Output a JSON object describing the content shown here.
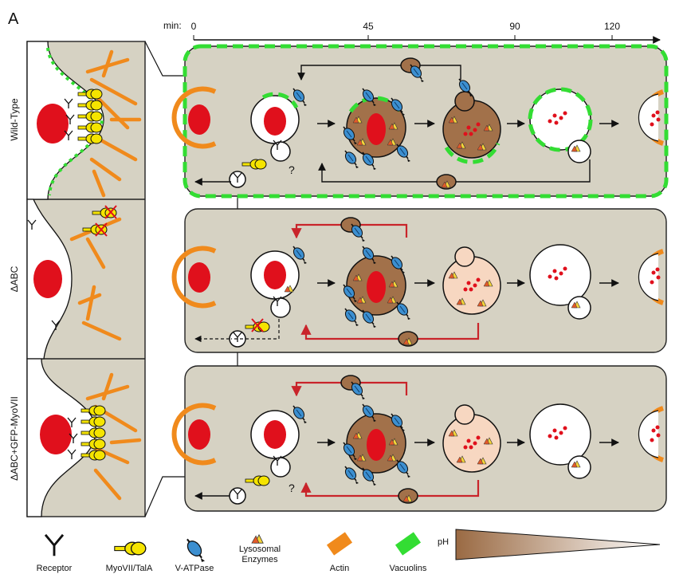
{
  "panel_label": "A",
  "timeline": {
    "unit_label": "min:",
    "ticks": [
      "0",
      "45",
      "90",
      "120"
    ]
  },
  "rows": [
    {
      "id": "wt",
      "label": "Wild-Type"
    },
    {
      "id": "dabc",
      "label": "ΔABC"
    },
    {
      "id": "rescue",
      "label": "ΔABC+GFP-MyoVII"
    }
  ],
  "question_mark": "?",
  "legend": {
    "receptor": "Receptor",
    "myo": "MyoVII/TalA",
    "vatpase": "V-ATPase",
    "enzymes": "Lysosomal Enzymes",
    "actin": "Actin",
    "vacuolins": "Vacuolins",
    "ph": "pH"
  },
  "colors": {
    "background_lane": "#d6d2c3",
    "nucleus_red": "#e0101c",
    "actin_orange": "#f08a1c",
    "vacuolin_green": "#33dd33",
    "acidic_brown": "#a2714a",
    "neutral_pink": "#f7d7c1",
    "myo_yellow": "#f5e400",
    "vatpase_blue": "#3c8fd0",
    "recycle_red": "#c9242a"
  },
  "icons": [
    "receptor-icon",
    "myosin-icon",
    "v-atpase-icon",
    "enzyme-icon",
    "actin-icon",
    "vacuolin-icon",
    "ph-gradient-icon"
  ]
}
